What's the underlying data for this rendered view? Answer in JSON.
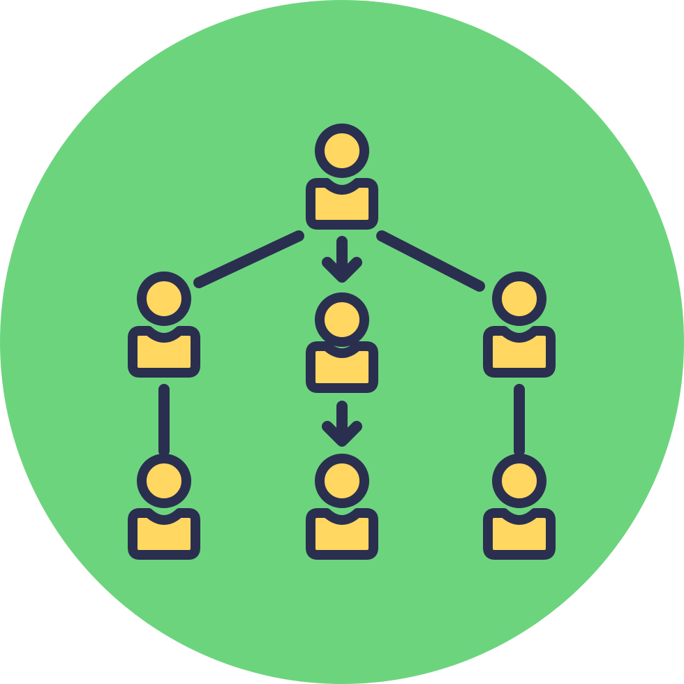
{
  "icon": {
    "subject": "organization-hierarchy-icon",
    "colors": {
      "background_circle": "#6DD47E",
      "person_fill": "#FFD761",
      "outline": "#2A2F4F"
    },
    "people_count": 7,
    "arrows_count": 2,
    "connector_lines_count": 4
  }
}
